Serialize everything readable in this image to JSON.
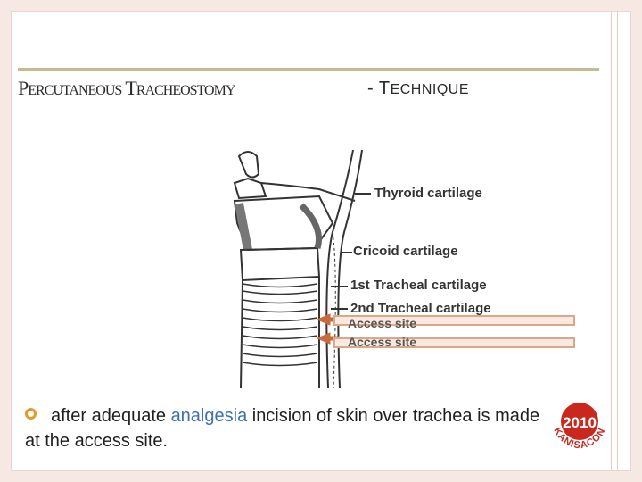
{
  "title": {
    "left_cap1": "P",
    "left_rest1": "ERCUTANEOUS",
    "left_cap2": "T",
    "left_rest2": "RACHEOSTOMY",
    "right_prefix": "- T",
    "right_rest": "ECHNIQUE"
  },
  "diagram": {
    "labels": {
      "thyroid": "Thyroid cartilage",
      "cricoid": "Cricoid cartilage",
      "tracheal1": "1st Tracheal cartilage",
      "tracheal2": "2nd Tracheal cartilage",
      "access1": "Access site",
      "access2": "Access site"
    }
  },
  "bullet": {
    "text_before": "after adequate ",
    "highlight": "analgesia",
    "text_after": " incision of skin over trachea is made at the access site."
  },
  "logo": {
    "year": "2010",
    "ring_text": "KANISACON"
  },
  "colors": {
    "accent_orange": "#e49a2b",
    "highlight_blue": "#3b6fb6",
    "title_rule": "#c3bc93",
    "logo_red": "#c8281e"
  }
}
